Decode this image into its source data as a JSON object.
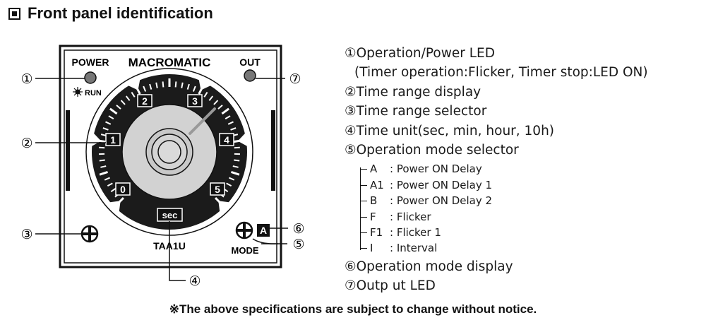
{
  "heading": "Front panel identification",
  "panel": {
    "power_label": "POWER",
    "brand": "MACROMATIC",
    "out_label": "OUT",
    "run_label": "RUN",
    "model": "TAA1U",
    "mode_label": "MODE",
    "unit_window": "sec",
    "mode_window": "A",
    "range_numbers": [
      "0",
      "1",
      "2",
      "3",
      "4",
      "5"
    ]
  },
  "callouts": [
    "①",
    "②",
    "③",
    "④",
    "⑤",
    "⑥",
    "⑦"
  ],
  "legend": {
    "items": [
      "①Operation/Power LED",
      "(Timer operation:Flicker, Timer stop:LED ON)",
      "②Time range display",
      "③Time range selector",
      "④Time unit(sec, min, hour, 10h)",
      "⑤Operation mode selector"
    ],
    "modes": [
      {
        "code": "A",
        "desc": ": Power ON Delay"
      },
      {
        "code": "A1",
        "desc": ": Power ON Delay 1"
      },
      {
        "code": "B",
        "desc": ": Power ON Delay 2"
      },
      {
        "code": "F",
        "desc": ": Flicker"
      },
      {
        "code": "F1",
        "desc": ": Flicker 1"
      },
      {
        "code": "I",
        "desc": ": Interval"
      }
    ],
    "items_after": [
      "⑥Operation mode display",
      "⑦Outp ut LED"
    ]
  },
  "notice": "※The above specifications are subject to change without notice."
}
